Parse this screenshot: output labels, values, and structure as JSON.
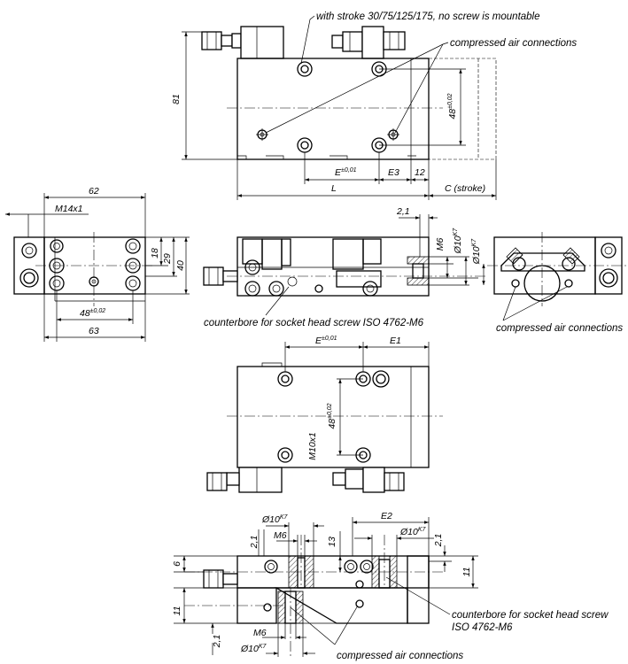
{
  "annotations": {
    "stroke_note": "with stroke 30/75/125/175, no screw is mountable",
    "air_1": "compressed air connections",
    "air_2": "compressed air connections",
    "air_3": "compressed air connections",
    "counterbore_1": "counterbore for socket head screw ISO 4762-M6",
    "counterbore_2a": "counterbore for socket head screw",
    "counterbore_2b": "ISO 4762-M6"
  },
  "dimensions": {
    "h81": "81",
    "w48_top": "48",
    "tol_002": "±0,02",
    "tol_001": "±0,01",
    "E": "E",
    "E3": "E3",
    "d12": "12",
    "L": "L",
    "C_stroke": "C (stroke)",
    "d62": "62",
    "M14x1": "M14x1",
    "d18": "18",
    "d29": "29",
    "d40": "40",
    "d48_side": "48",
    "d63": "63",
    "d2_1": "2,1",
    "M6": "M6",
    "dia10": "Ø10",
    "K7": "K7",
    "E1": "E1",
    "M10x1": "M10x1",
    "E2": "E2",
    "d6": "6",
    "d13": "13",
    "d11": "11"
  }
}
